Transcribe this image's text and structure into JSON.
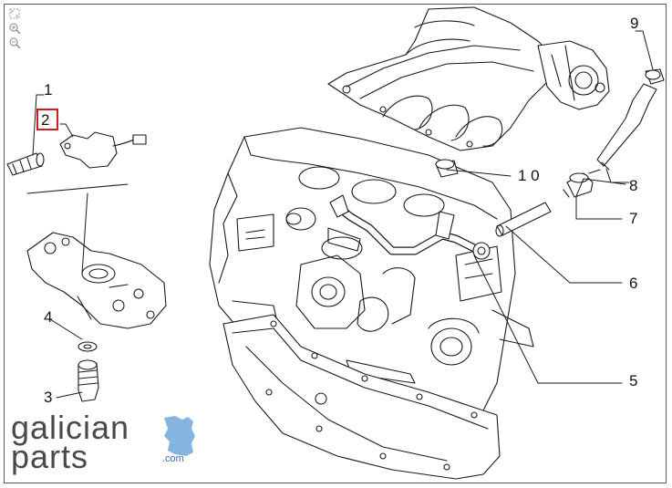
{
  "toolbar": {
    "icons": [
      "fit-page-icon",
      "zoom-in-icon",
      "zoom-out-icon"
    ]
  },
  "callouts": [
    {
      "id": "1",
      "label": "1",
      "highlighted": false
    },
    {
      "id": "2",
      "label": "2",
      "highlighted": true
    },
    {
      "id": "3",
      "label": "3",
      "highlighted": false
    },
    {
      "id": "4",
      "label": "4",
      "highlighted": false
    },
    {
      "id": "5",
      "label": "5",
      "highlighted": false
    },
    {
      "id": "6",
      "label": "6",
      "highlighted": false
    },
    {
      "id": "7",
      "label": "7",
      "highlighted": false
    },
    {
      "id": "8",
      "label": "8",
      "highlighted": false
    },
    {
      "id": "9",
      "label": "9",
      "highlighted": false
    },
    {
      "id": "10",
      "label": "1 0",
      "highlighted": false
    }
  ],
  "logo": {
    "line1": "galician",
    "line2": "parts",
    "suffix": ".com",
    "accent_color": "#5b9bd5",
    "text_color": "#4a4a4a"
  },
  "colors": {
    "highlight_box": "#cc1f1f",
    "line_art": "#1a1a1a"
  }
}
